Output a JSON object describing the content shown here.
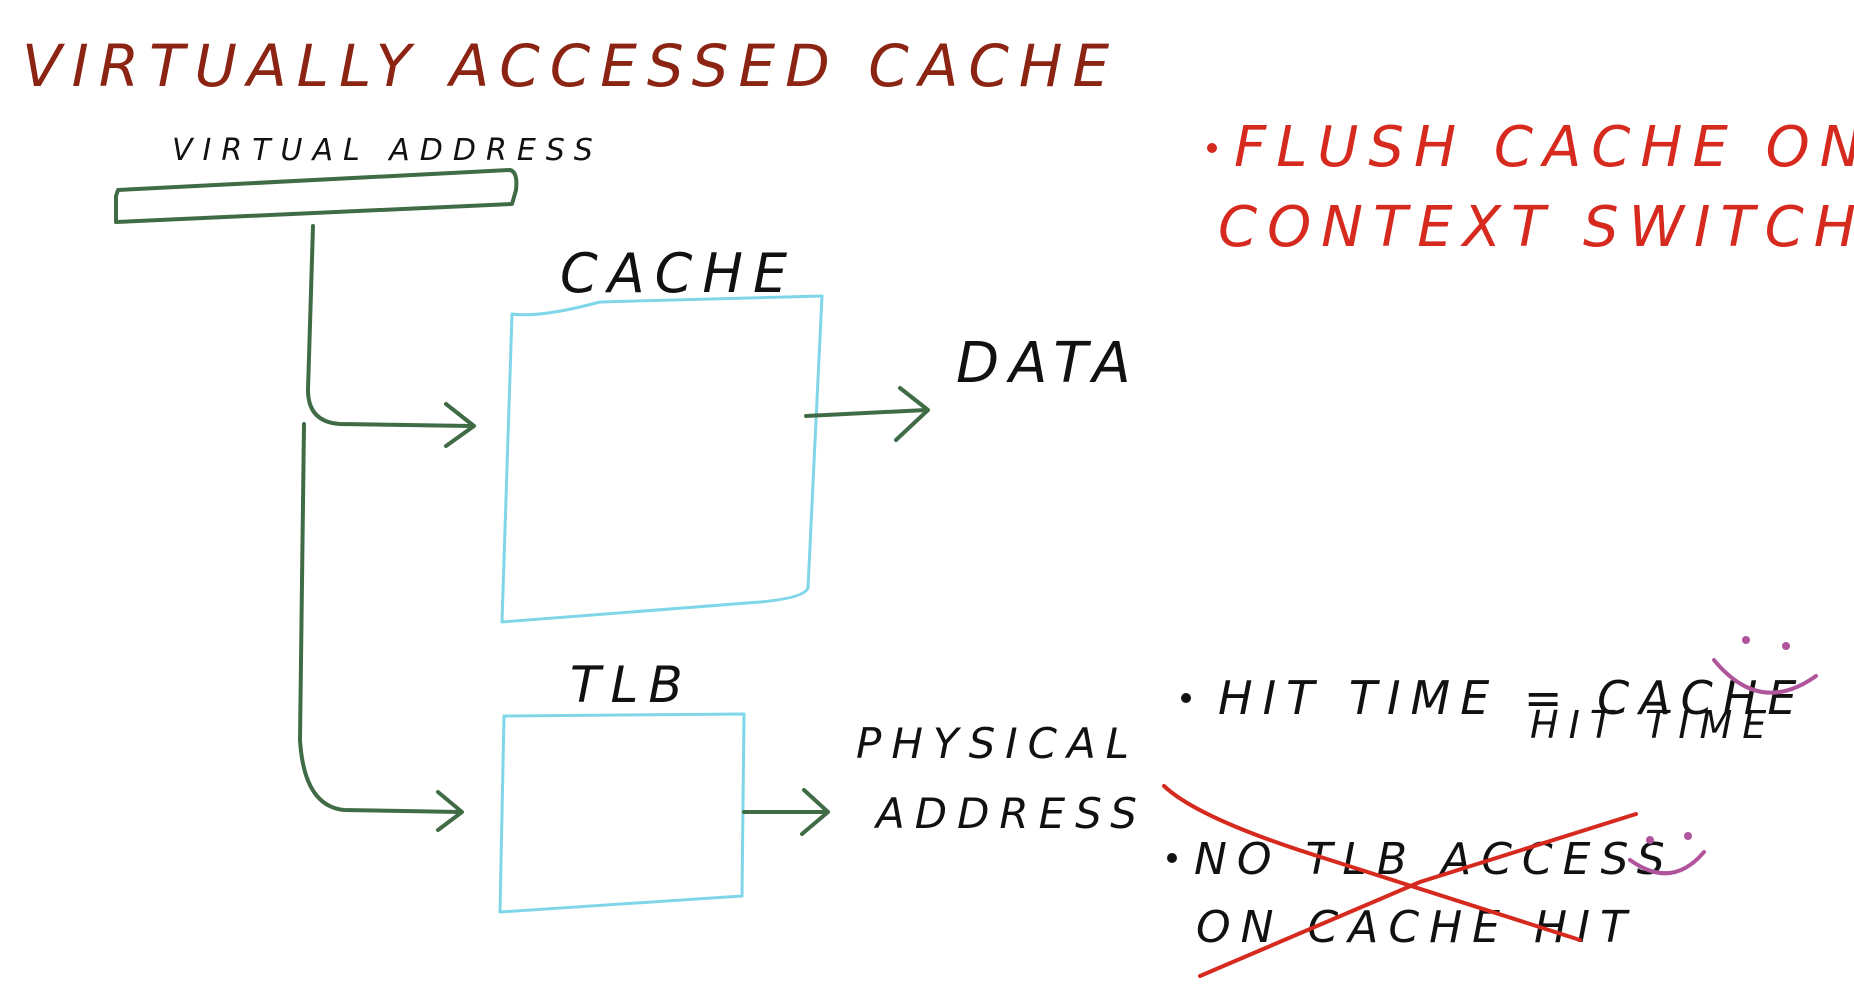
{
  "title": "VIRTUALLY ACCESSED CACHE",
  "labels": {
    "virtual_address": "VIRTUAL ADDRESS",
    "cache": "CACHE",
    "data": "DATA",
    "tlb": "TLB",
    "physical_address_line1": "PHYSICAL",
    "physical_address_line2": "ADDRESS"
  },
  "notes": {
    "flush_line1": "FLUSH CACHE ON",
    "flush_line2": "CONTEXT SWITCH",
    "hit_time_line1": "HIT TIME = CACHE",
    "hit_time_line2": "HIT TIME",
    "no_tlb_line1": "NO TLB ACCESS",
    "no_tlb_line2": "ON CACHE HIT"
  },
  "colors": {
    "title": "#8b2412",
    "ink": "#111111",
    "arrows": "#3f6b45",
    "boxes": "#7fd6e8",
    "note_red": "#d62a1f",
    "smiley": "#b0559c"
  }
}
